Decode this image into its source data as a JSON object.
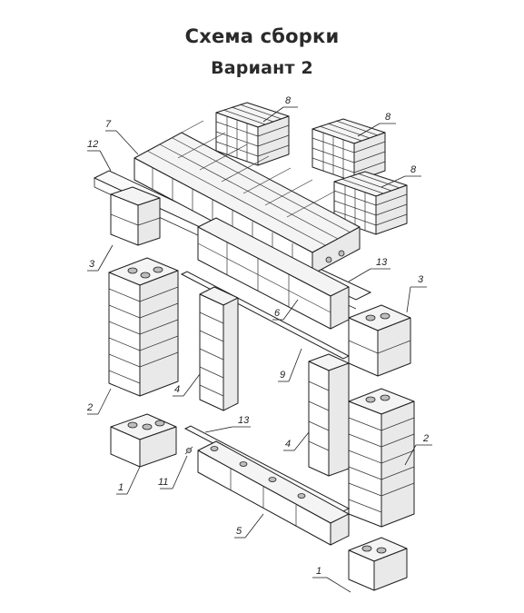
{
  "title": "Схема сборки",
  "subtitle": "Вариант 2",
  "callouts": [
    "8",
    "8",
    "8",
    "7",
    "12",
    "3",
    "13",
    "6",
    "3",
    "2",
    "9",
    "4",
    "4",
    "13",
    "2",
    "1",
    "11",
    "5",
    "1"
  ]
}
